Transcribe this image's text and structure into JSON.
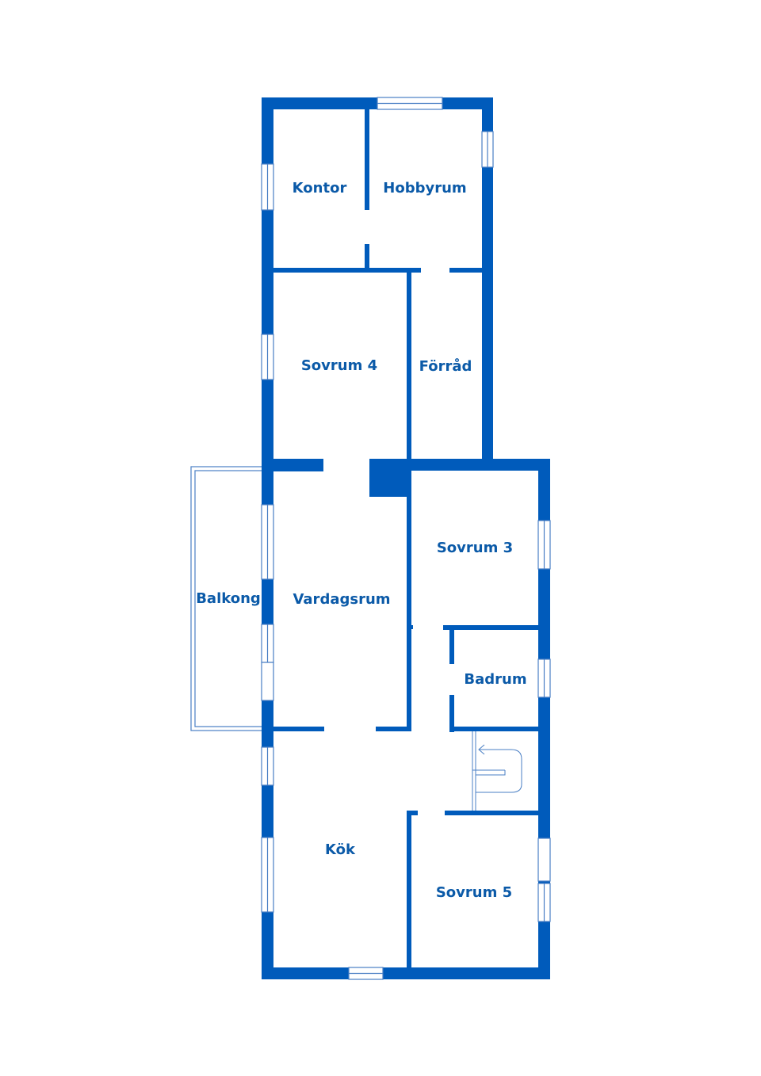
{
  "colors": {
    "wall": "#005BBB",
    "window": "#4a7fc4",
    "label": "#0b5aa8",
    "background": "#ffffff"
  },
  "rooms": {
    "kontor": "Kontor",
    "hobbyrum": "Hobbyrum",
    "sovrum4": "Sovrum 4",
    "forrad": "Förråd",
    "sovrum3": "Sovrum 3",
    "balkong": "Balkong",
    "vardagsrum": "Vardagsrum",
    "badrum": "Badrum",
    "kok": "Kök",
    "sovrum5": "Sovrum 5"
  }
}
